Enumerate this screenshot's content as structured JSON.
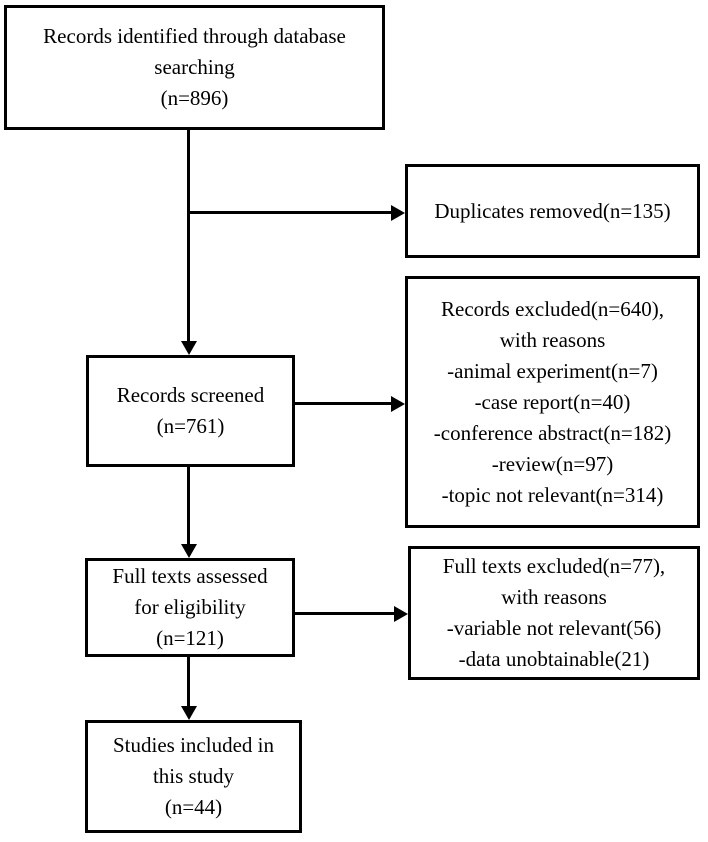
{
  "colors": {
    "ink": "#000000",
    "paper": "#ffffff"
  },
  "boxes": {
    "identified": {
      "lines": [
        "Records identified through database",
        "searching",
        "(n=896)"
      ]
    },
    "duplicates": {
      "lines": [
        "Duplicates removed(n=135)"
      ]
    },
    "records_excluded": {
      "lines": [
        "Records excluded(n=640),",
        "with reasons",
        "-animal experiment(n=7)",
        "-case report(n=40)",
        "-conference abstract(n=182)",
        "-review(n=97)",
        "-topic not relevant(n=314)"
      ]
    },
    "screened": {
      "lines": [
        "Records screened",
        "(n=761)"
      ]
    },
    "fulltext_assessed": {
      "lines": [
        "Full texts assessed",
        "for eligibility",
        "(n=121)"
      ]
    },
    "fulltext_excluded": {
      "lines": [
        "Full texts excluded(n=77),",
        "with reasons",
        "-variable not relevant(56)",
        "-data unobtainable(21)"
      ]
    },
    "included": {
      "lines": [
        "Studies included in",
        "this study",
        "(n=44)"
      ]
    }
  }
}
